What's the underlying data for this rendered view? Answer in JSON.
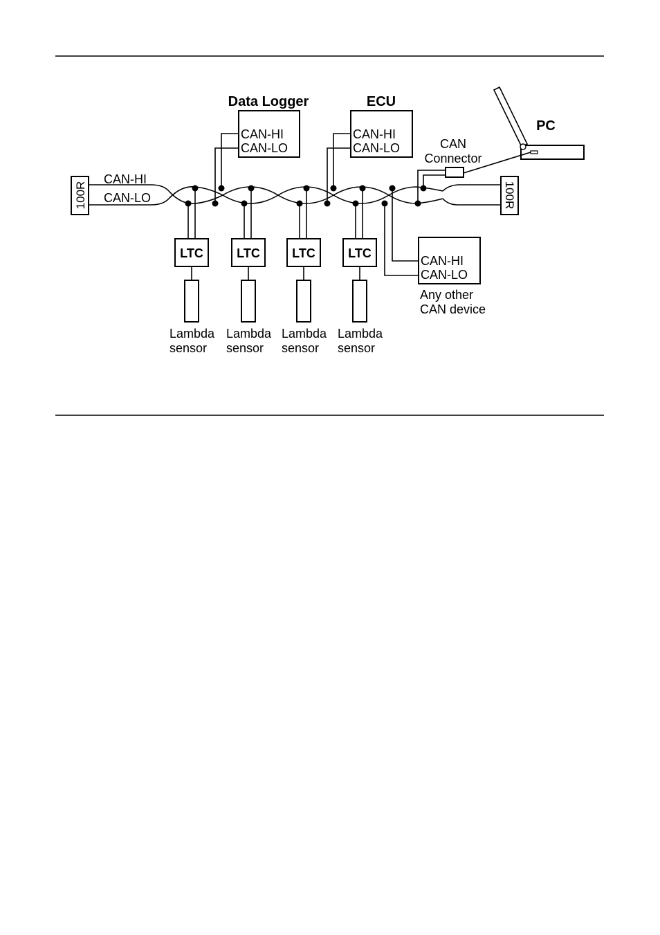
{
  "labels": {
    "data_logger_title": "Data Logger",
    "ecu_title": "ECU",
    "pc_title": "PC",
    "can_hi": "CAN-HI",
    "can_lo": "CAN-LO",
    "connector_line1": "CAN",
    "connector_line2": "Connector",
    "terminator": "100R",
    "ltc": "LTC",
    "lambda_line1": "Lambda",
    "lambda_line2": "sensor",
    "other_line1": "Any other",
    "other_line2": "CAN device"
  },
  "colors": {
    "ink": "#000000",
    "background": "#ffffff"
  }
}
